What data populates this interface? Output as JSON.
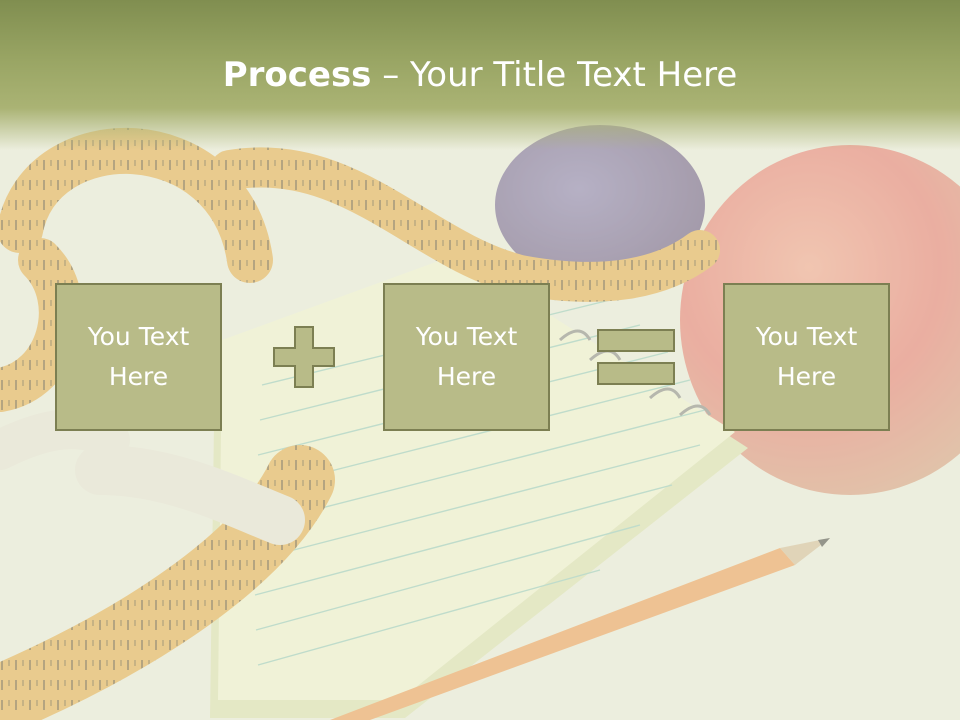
{
  "slide": {
    "title_bold": "Process",
    "title_rest": " – Your Title Text Here",
    "boxes": [
      {
        "line1": "You Text",
        "line2": "Here"
      },
      {
        "line1": "You Text",
        "line2": "Here"
      },
      {
        "line1": "You Text",
        "line2": "Here"
      }
    ],
    "operators": [
      "plus-icon",
      "equals-icon"
    ]
  },
  "colors": {
    "title_bar": "#99a564",
    "box_fill": "#b8bb88",
    "box_border": "#7c7f52",
    "text": "#ffffff"
  }
}
